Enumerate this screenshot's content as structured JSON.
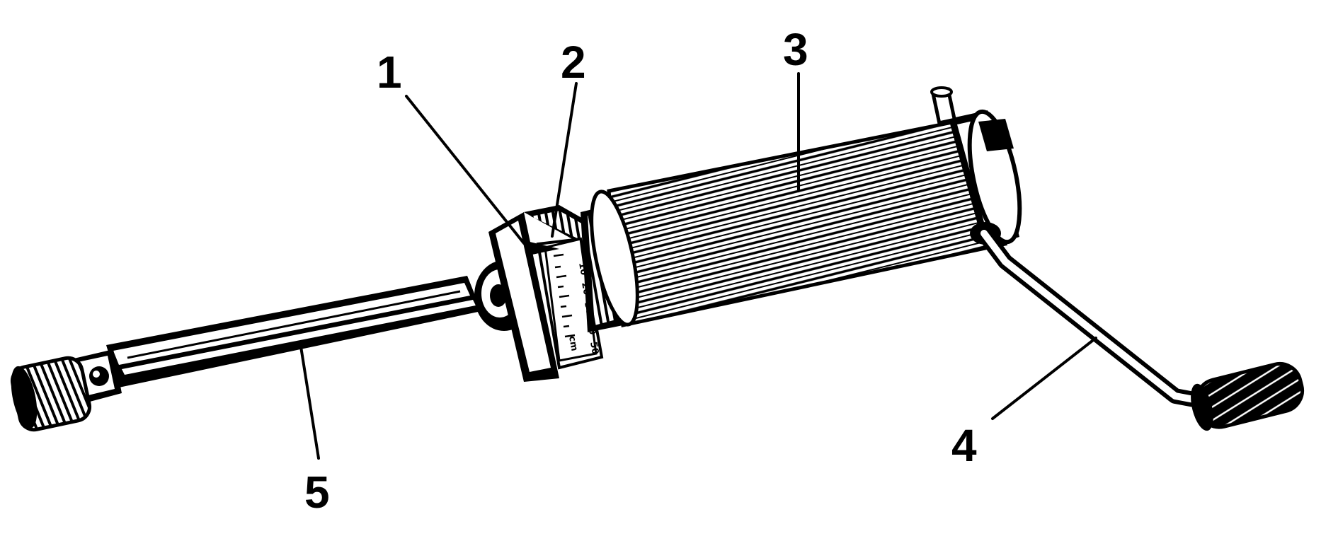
{
  "diagram": {
    "callouts": [
      {
        "id": "callout-1",
        "label": "1"
      },
      {
        "id": "callout-2",
        "label": "2"
      },
      {
        "id": "callout-3",
        "label": "3"
      },
      {
        "id": "callout-4",
        "label": "4"
      },
      {
        "id": "callout-5",
        "label": "5"
      }
    ],
    "scale": {
      "ticks": [
        "10",
        "20",
        "30",
        "40",
        "50"
      ],
      "unit": "cm"
    }
  }
}
